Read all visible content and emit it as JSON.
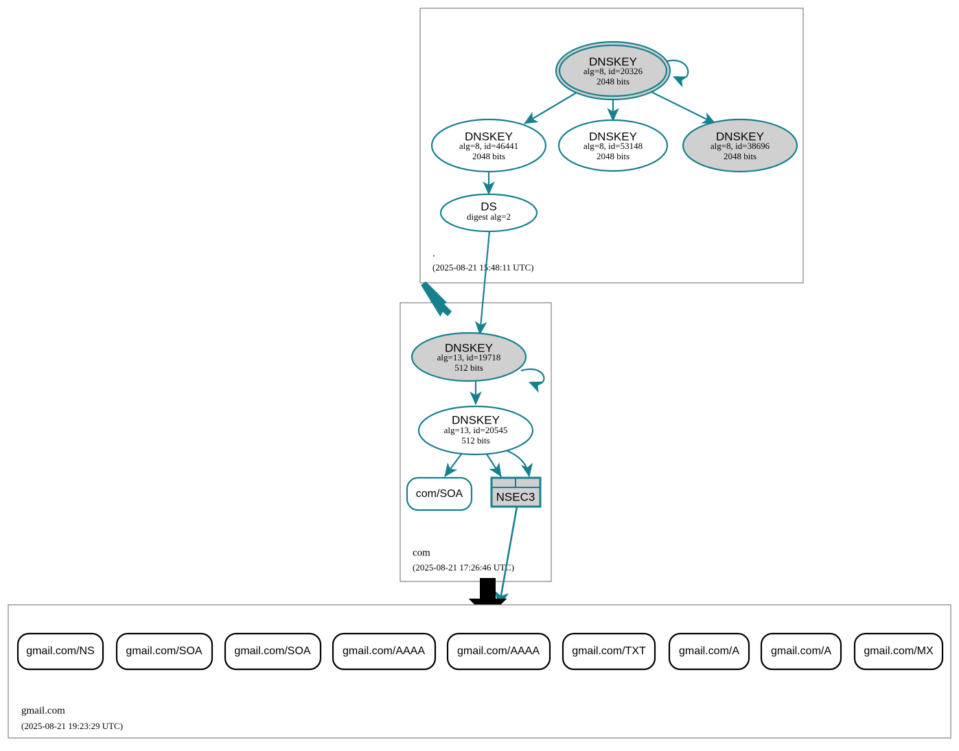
{
  "diagram": {
    "type": "dnssec-authentication-chain",
    "accent_color": "#17808f",
    "secure_fill": "#d0d0d0",
    "insecure_stroke": "#000000",
    "zone_box_stroke": "#808080"
  },
  "zones": [
    {
      "id": "root",
      "name": ".",
      "timestamp": "(2025-08-21 15:48:11 UTC)",
      "nodes": [
        {
          "id": "root-ksk",
          "kind": "DNSKEY",
          "title": "DNSKEY",
          "line2": "alg=8, id=20326",
          "line3": "2048 bits",
          "shape": "double-ellipse",
          "fill": "#d0d0d0",
          "stroke": "#17808f"
        },
        {
          "id": "root-zsk-46441",
          "kind": "DNSKEY",
          "title": "DNSKEY",
          "line2": "alg=8, id=46441",
          "line3": "2048 bits",
          "shape": "ellipse",
          "fill": "#ffffff",
          "stroke": "#17808f"
        },
        {
          "id": "root-zsk-53148",
          "kind": "DNSKEY",
          "title": "DNSKEY",
          "line2": "alg=8, id=53148",
          "line3": "2048 bits",
          "shape": "ellipse",
          "fill": "#ffffff",
          "stroke": "#17808f"
        },
        {
          "id": "root-zsk-38696",
          "kind": "DNSKEY",
          "title": "DNSKEY",
          "line2": "alg=8, id=38696",
          "line3": "2048 bits",
          "shape": "ellipse",
          "fill": "#d0d0d0",
          "stroke": "#17808f"
        },
        {
          "id": "root-ds",
          "kind": "DS",
          "title": "DS",
          "line2": "digest alg=2",
          "line3": "",
          "shape": "ellipse",
          "fill": "#ffffff",
          "stroke": "#17808f"
        }
      ]
    },
    {
      "id": "com",
      "name": "com",
      "timestamp": "(2025-08-21 17:26:46 UTC)",
      "nodes": [
        {
          "id": "com-ksk",
          "kind": "DNSKEY",
          "title": "DNSKEY",
          "line2": "alg=13, id=19718",
          "line3": "512 bits",
          "shape": "ellipse",
          "fill": "#d0d0d0",
          "stroke": "#17808f"
        },
        {
          "id": "com-zsk",
          "kind": "DNSKEY",
          "title": "DNSKEY",
          "line2": "alg=13, id=20545",
          "line3": "512 bits",
          "shape": "ellipse",
          "fill": "#ffffff",
          "stroke": "#17808f"
        },
        {
          "id": "com-soa",
          "kind": "RRSET",
          "title": "com/SOA",
          "shape": "rounded-rect",
          "fill": "#ffffff",
          "stroke": "#17808f"
        },
        {
          "id": "com-nsec3",
          "kind": "NSEC3",
          "title": "NSEC3",
          "shape": "record-table",
          "fill": "#d0d0d0",
          "stroke": "#17808f"
        }
      ]
    },
    {
      "id": "gmail",
      "name": "gmail.com",
      "timestamp": "(2025-08-21 19:23:29 UTC)",
      "nodes": [
        {
          "id": "g-ns",
          "kind": "RRSET",
          "title": "gmail.com/NS",
          "shape": "rounded-rect",
          "fill": "#ffffff",
          "stroke": "#000000"
        },
        {
          "id": "g-soa-1",
          "kind": "RRSET",
          "title": "gmail.com/SOA",
          "shape": "rounded-rect",
          "fill": "#ffffff",
          "stroke": "#000000"
        },
        {
          "id": "g-soa-2",
          "kind": "RRSET",
          "title": "gmail.com/SOA",
          "shape": "rounded-rect",
          "fill": "#ffffff",
          "stroke": "#000000"
        },
        {
          "id": "g-aaaa-1",
          "kind": "RRSET",
          "title": "gmail.com/AAAA",
          "shape": "rounded-rect",
          "fill": "#ffffff",
          "stroke": "#000000"
        },
        {
          "id": "g-aaaa-2",
          "kind": "RRSET",
          "title": "gmail.com/AAAA",
          "shape": "rounded-rect",
          "fill": "#ffffff",
          "stroke": "#000000"
        },
        {
          "id": "g-txt",
          "kind": "RRSET",
          "title": "gmail.com/TXT",
          "shape": "rounded-rect",
          "fill": "#ffffff",
          "stroke": "#000000"
        },
        {
          "id": "g-a-1",
          "kind": "RRSET",
          "title": "gmail.com/A",
          "shape": "rounded-rect",
          "fill": "#ffffff",
          "stroke": "#000000"
        },
        {
          "id": "g-a-2",
          "kind": "RRSET",
          "title": "gmail.com/A",
          "shape": "rounded-rect",
          "fill": "#ffffff",
          "stroke": "#000000"
        },
        {
          "id": "g-mx",
          "kind": "RRSET",
          "title": "gmail.com/MX",
          "shape": "rounded-rect",
          "fill": "#ffffff",
          "stroke": "#000000"
        }
      ]
    }
  ]
}
